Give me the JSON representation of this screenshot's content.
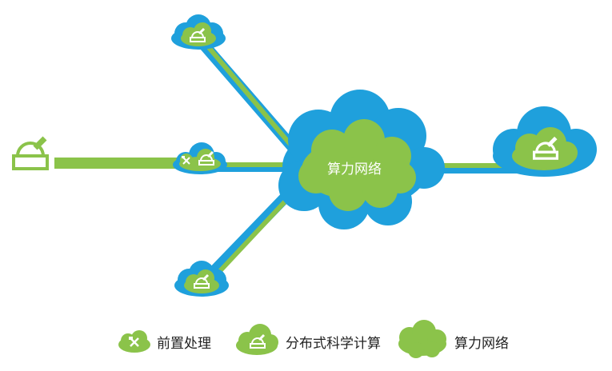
{
  "diagram": {
    "center_label": "算力网络",
    "colors": {
      "blue": "#1fa0dc",
      "green": "#8bc34a",
      "dark_green": "#7cb342",
      "white": "#ffffff",
      "text": "#222222"
    },
    "icons": {
      "preprocess": "hammer-wrench-icon",
      "telescope": "telescope-icon"
    }
  },
  "legend": {
    "items": [
      {
        "label": "前置处理",
        "icon": "hammer-wrench-icon"
      },
      {
        "label": "分布式科学计算",
        "icon": "telescope-icon"
      },
      {
        "label": "算力网络",
        "icon": "green-cloud-icon"
      }
    ]
  }
}
